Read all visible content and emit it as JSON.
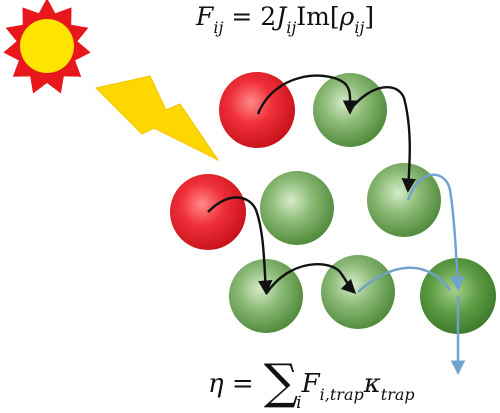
{
  "equations": {
    "flux": {
      "F": "F",
      "F_sub": "ij",
      "eq": " = 2",
      "J": "J",
      "J_sub": "ij",
      "Im": "Im[",
      "rho": "ρ",
      "rho_sub": "ij",
      "close": "]"
    },
    "efficiency": {
      "eta": "η",
      "eq": " = ",
      "sum": "∑",
      "sum_sub": "i",
      "F": "F",
      "F_sub": "i,trap",
      "kappa": "κ",
      "kappa_sub": "trap"
    }
  },
  "colors": {
    "red_site": "#e8232b",
    "green_site": "#5f9b4a",
    "trap_site": "#4e8f3a",
    "black_arrow": "#111111",
    "blue_arrow": "#6fa2cf",
    "sun_rays": "#e8171c",
    "sun_body": "#ffe400",
    "lightning": "#ffd700"
  },
  "icons": [
    "sun-icon",
    "lightning-icon"
  ]
}
